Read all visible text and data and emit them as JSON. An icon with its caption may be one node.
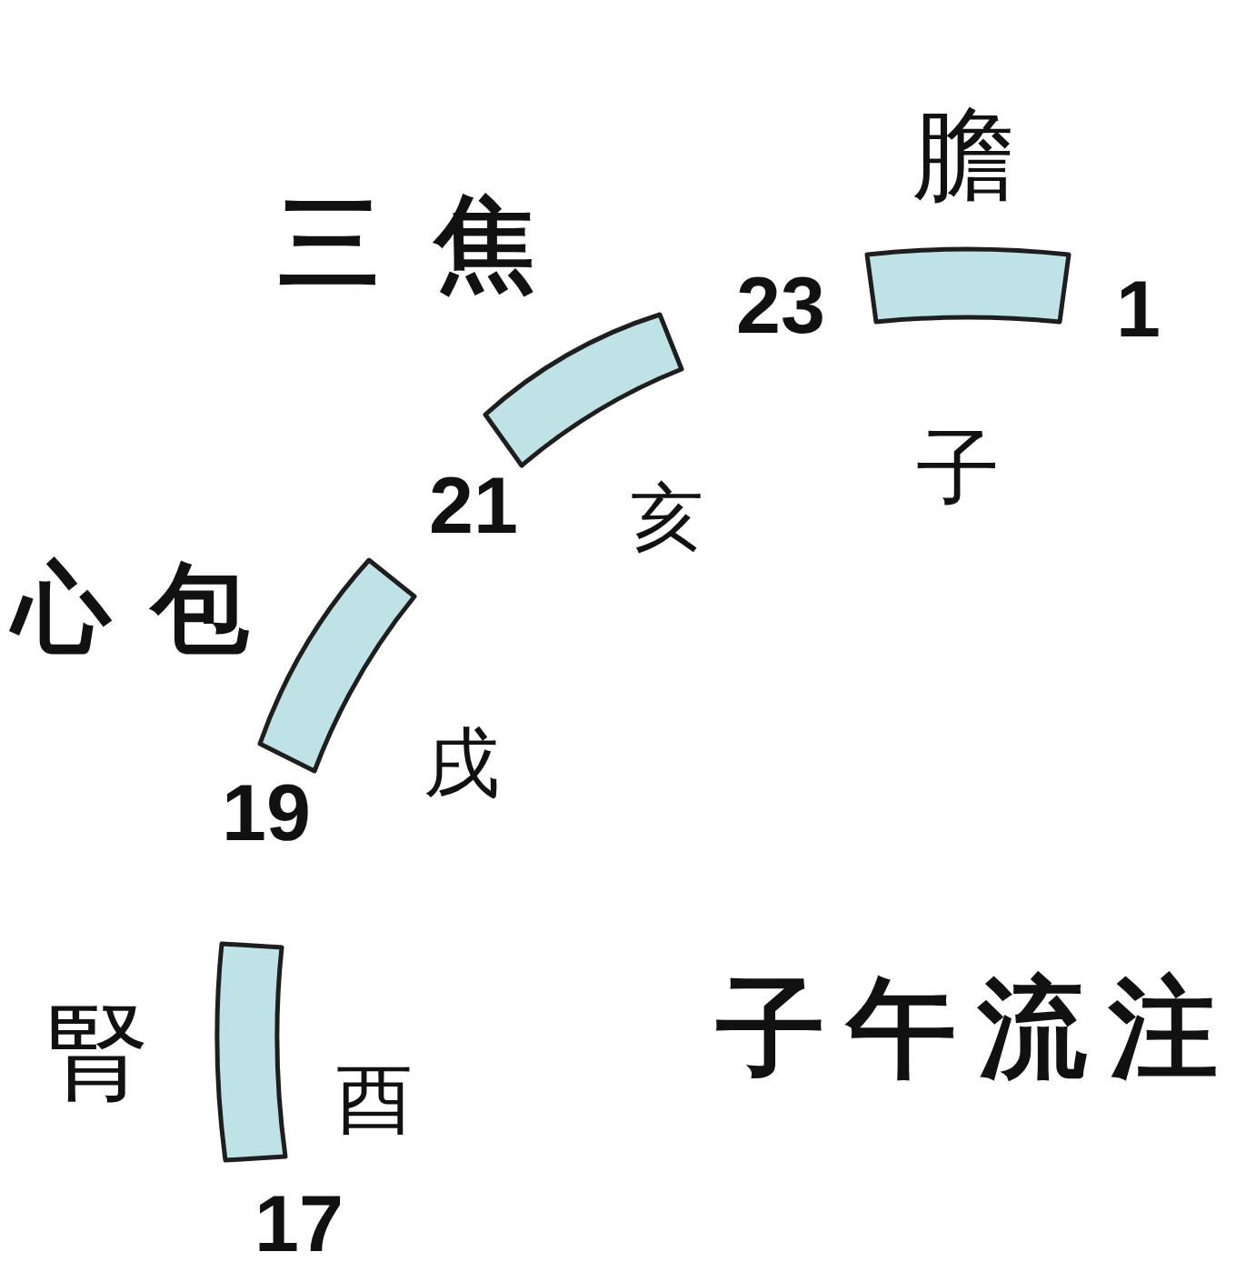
{
  "diagram": {
    "title": "子午流注",
    "nodes": [
      {
        "text": [
          "膽"
        ],
        "beside": [
          "子"
        ]
      },
      {
        "text": [
          "三焦"
        ],
        "beside": [
          "亥"
        ]
      },
      {
        "text": [
          "心包"
        ],
        "beside": [
          "戌"
        ]
      },
      {
        "text": [
          "腎"
        ],
        "beside": [
          "酉"
        ]
      }
    ],
    "labels": [
      "23",
      "1",
      "21",
      "19",
      "17"
    ]
  }
}
